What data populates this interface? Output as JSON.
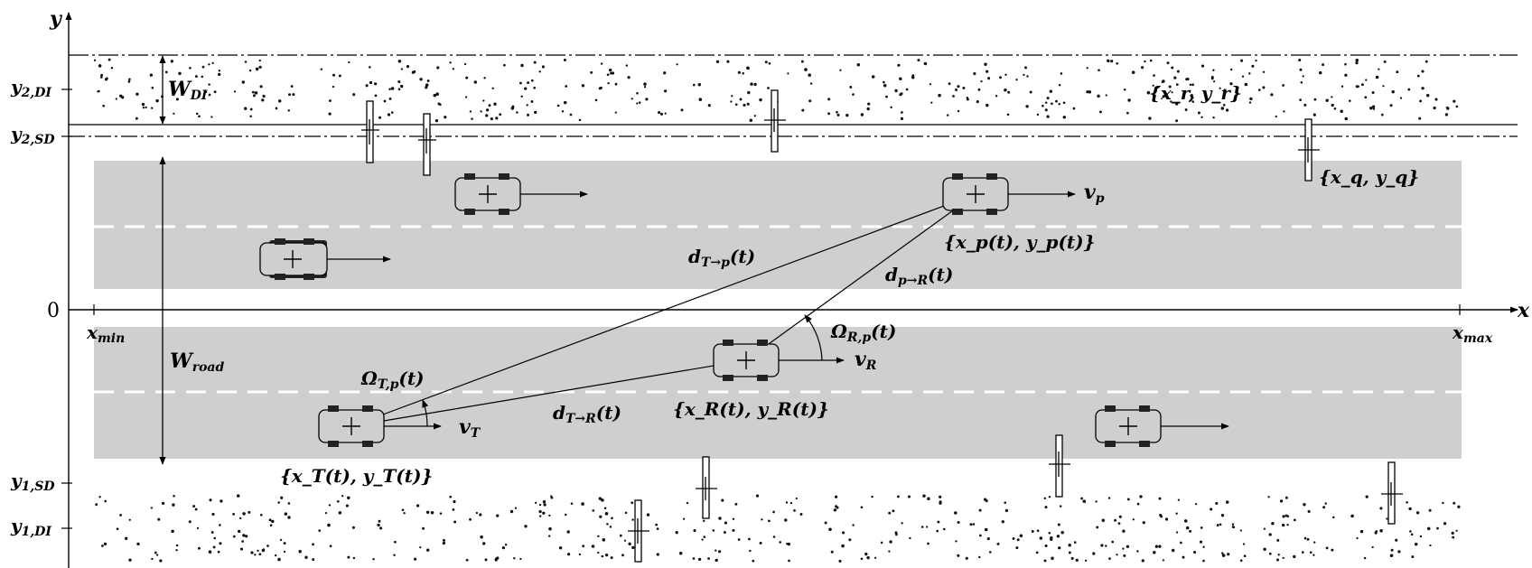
{
  "axes": {
    "y_label": "y",
    "x_label": "x",
    "origin_label": "0",
    "x_min": {
      "base": "x",
      "sub": "min"
    },
    "x_max": {
      "base": "x",
      "sub": "max"
    }
  },
  "y_ticks": {
    "y2_di": {
      "base": "y",
      "sub": "2,DI"
    },
    "y2_sd": {
      "base": "y",
      "sub": "2,SD"
    },
    "y1_sd": {
      "base": "y",
      "sub": "1,SD"
    },
    "y1_di": {
      "base": "y",
      "sub": "1,DI"
    }
  },
  "widths": {
    "w_di": {
      "base": "W",
      "sub": "DI"
    },
    "w_road": {
      "base": "W",
      "sub": "road"
    }
  },
  "scatter_labels": {
    "scatterer_r": "{x_r, y_r}",
    "scatterer_q": "{x_q, y_q}"
  },
  "vehicles": {
    "transmitter": {
      "position": "{x_T(t), y_T(t)}",
      "velocity": {
        "base": "v",
        "sub": "T"
      },
      "angle": {
        "base": "Ω",
        "sub": "T,p",
        "suffix": "(t)"
      }
    },
    "receiver": {
      "position": "{x_R(t), y_R(t)}",
      "velocity": {
        "base": "v",
        "sub": "R"
      },
      "angle": {
        "base": "Ω",
        "sub": "R,p",
        "suffix": "(t)"
      }
    },
    "point_scatterer": {
      "position": "{x_p(t), y_p(t)}",
      "velocity": {
        "base": "v",
        "sub": "p"
      }
    }
  },
  "distances": {
    "d_t_to_p": {
      "base": "d",
      "sub": "T→p",
      "suffix": "(t)"
    },
    "d_p_to_r": {
      "base": "d",
      "sub": "p→R",
      "suffix": "(t)"
    },
    "d_t_to_r": {
      "base": "d",
      "sub": "T→R",
      "suffix": "(t)"
    }
  }
}
